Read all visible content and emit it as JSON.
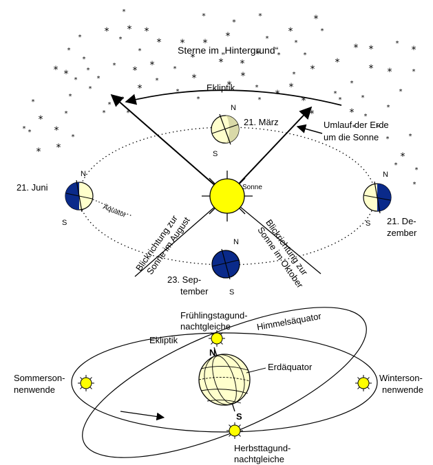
{
  "top": {
    "stars_label": "Sterne im „Hintergrund“",
    "ecliptic": "Ekliptik",
    "sun": "Sonne",
    "orbit_label_l1": "Umlauf der Erde",
    "orbit_label_l2": "um die Sonne",
    "march": "21. März",
    "june": "21. Juni",
    "december_l1": "21. De-",
    "december_l2": "zember",
    "september_l1": "23. Sep-",
    "september_l2": "tember",
    "equator": "Äquator",
    "north": "N",
    "south": "S",
    "view_august_l1": "Blickrichtung zur",
    "view_august_l2": "Sonne im August",
    "view_october_l1": "Blickrichtung zur",
    "view_october_l2": "Sonne im Oktober"
  },
  "bottom": {
    "spring_l1": "Frühlingstagund-",
    "spring_l2": "nachtgleiche",
    "celestial_equator": "Himmelsäquator",
    "ecliptic": "Ekliptik",
    "earth_equator": "Erdäquator",
    "summer_l1": "Sommerson-",
    "summer_l2": "nenwende",
    "winter_l1": "Winterson-",
    "winter_l2": "nenwende",
    "autumn_l1": "Herbsttagund-",
    "autumn_l2": "nachtgleiche",
    "north": "N",
    "south": "S"
  },
  "colors": {
    "sun": "#ffff00",
    "earth_day": "#ffffcc",
    "earth_night": "#0a2a8a",
    "stroke": "#000000"
  }
}
